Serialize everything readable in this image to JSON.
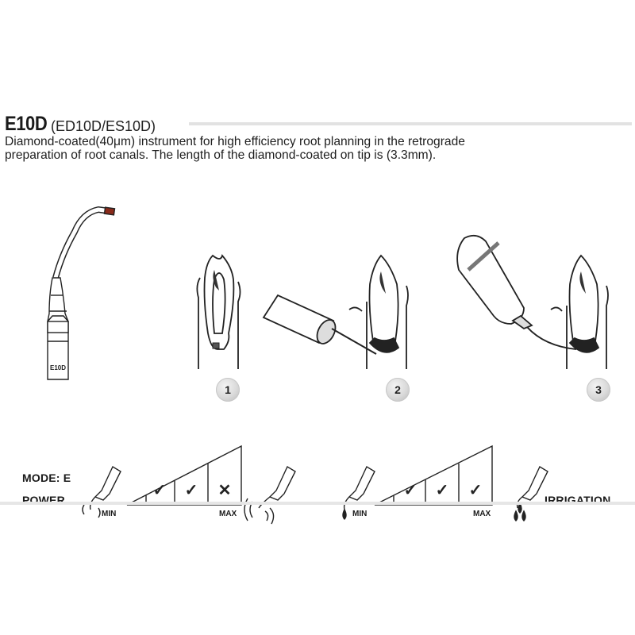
{
  "header": {
    "model": "E10D",
    "variants": "(ED10D/ES10D)",
    "description_line1": "Diamond-coated(40μm) instrument for high efficiency root planning in the retrograde",
    "description_line2": "preparation of root canals. The length of the diamond-coated on tip is (3.3mm)."
  },
  "tip_illustration": {
    "engraving": "E10D"
  },
  "steps": [
    "1",
    "2",
    "3"
  ],
  "settings": {
    "mode_label": "MODE: E",
    "power_label": "POWER",
    "irrigation_label": "IRRIGATION",
    "power_scale": {
      "min_label": "MIN",
      "max_label": "MAX",
      "marks": [
        "✓",
        "✓",
        "✕"
      ]
    },
    "irrigation_scale": {
      "min_label": "MIN",
      "max_label": "MAX",
      "marks": [
        "✓",
        "✓",
        "✓"
      ]
    }
  },
  "colors": {
    "rule": "#e2e2e2",
    "diamond_tip": "#8a2a1a",
    "ink": "#1a1a1a"
  }
}
